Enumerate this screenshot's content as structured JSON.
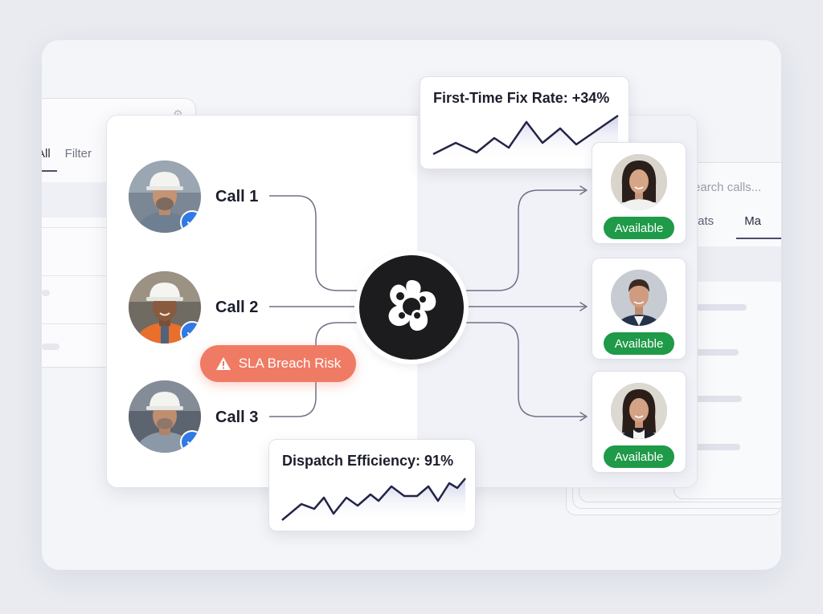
{
  "background_panels": {
    "left_tabs": [
      "All",
      "Filter"
    ],
    "right_search_placeholder": "Search calls...",
    "right_tabs": [
      "awats",
      "Ma"
    ]
  },
  "calls": [
    {
      "label": "Call 1",
      "avatar": "worker-hardhat-white",
      "verified": "verified-check-icon"
    },
    {
      "label": "Call 2",
      "avatar": "worker-hardhat-vest",
      "verified": "verified-check-icon"
    },
    {
      "label": "Call 3",
      "avatar": "worker-hardhat-grey-shirt",
      "verified": "verified-check-icon"
    }
  ],
  "hub": {
    "icon": "ai-network-logo-icon"
  },
  "alert": {
    "label": "SLA Breach Risk",
    "icon": "warning-triangle-icon",
    "color": "#f07b64"
  },
  "metrics": {
    "first_time_fix": {
      "title": "First-Time Fix Rate: +34%"
    },
    "dispatch_efficiency": {
      "title": "Dispatch Efficiency: 91%"
    }
  },
  "agents": [
    {
      "status": "Available",
      "avatar": "agent-woman-1"
    },
    {
      "status": "Available",
      "avatar": "agent-man-1"
    },
    {
      "status": "Available",
      "avatar": "agent-woman-2"
    }
  ],
  "colors": {
    "status_available": "#1f9a48",
    "verify_badge": "#2f7ae5",
    "connector": "#6e7088",
    "sparkline": "#232546"
  }
}
